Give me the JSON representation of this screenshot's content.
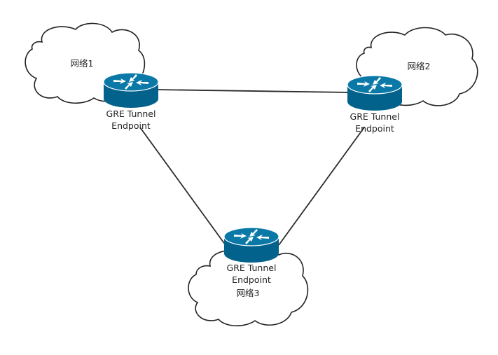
{
  "diagram": {
    "networks": [
      {
        "id": "net1",
        "label": "网络1"
      },
      {
        "id": "net2",
        "label": "网络2"
      },
      {
        "id": "net3",
        "label": "网络3"
      }
    ],
    "endpoints": [
      {
        "id": "r1",
        "line1": "GRE Tunnel",
        "line2": "Endpoint"
      },
      {
        "id": "r2",
        "line1": "GRE Tunnel",
        "line2": "Endpoint"
      },
      {
        "id": "r3",
        "line1": "GRE Tunnel",
        "line2": "Endpoint"
      }
    ],
    "links": [
      {
        "from": "r1",
        "to": "r2"
      },
      {
        "from": "r1",
        "to": "r3"
      },
      {
        "from": "r2",
        "to": "r3"
      }
    ],
    "colors": {
      "router": "#03628c",
      "router_top": "#0a79a8",
      "link": "#2a2a2a",
      "cloud_outline": "#222222"
    }
  }
}
